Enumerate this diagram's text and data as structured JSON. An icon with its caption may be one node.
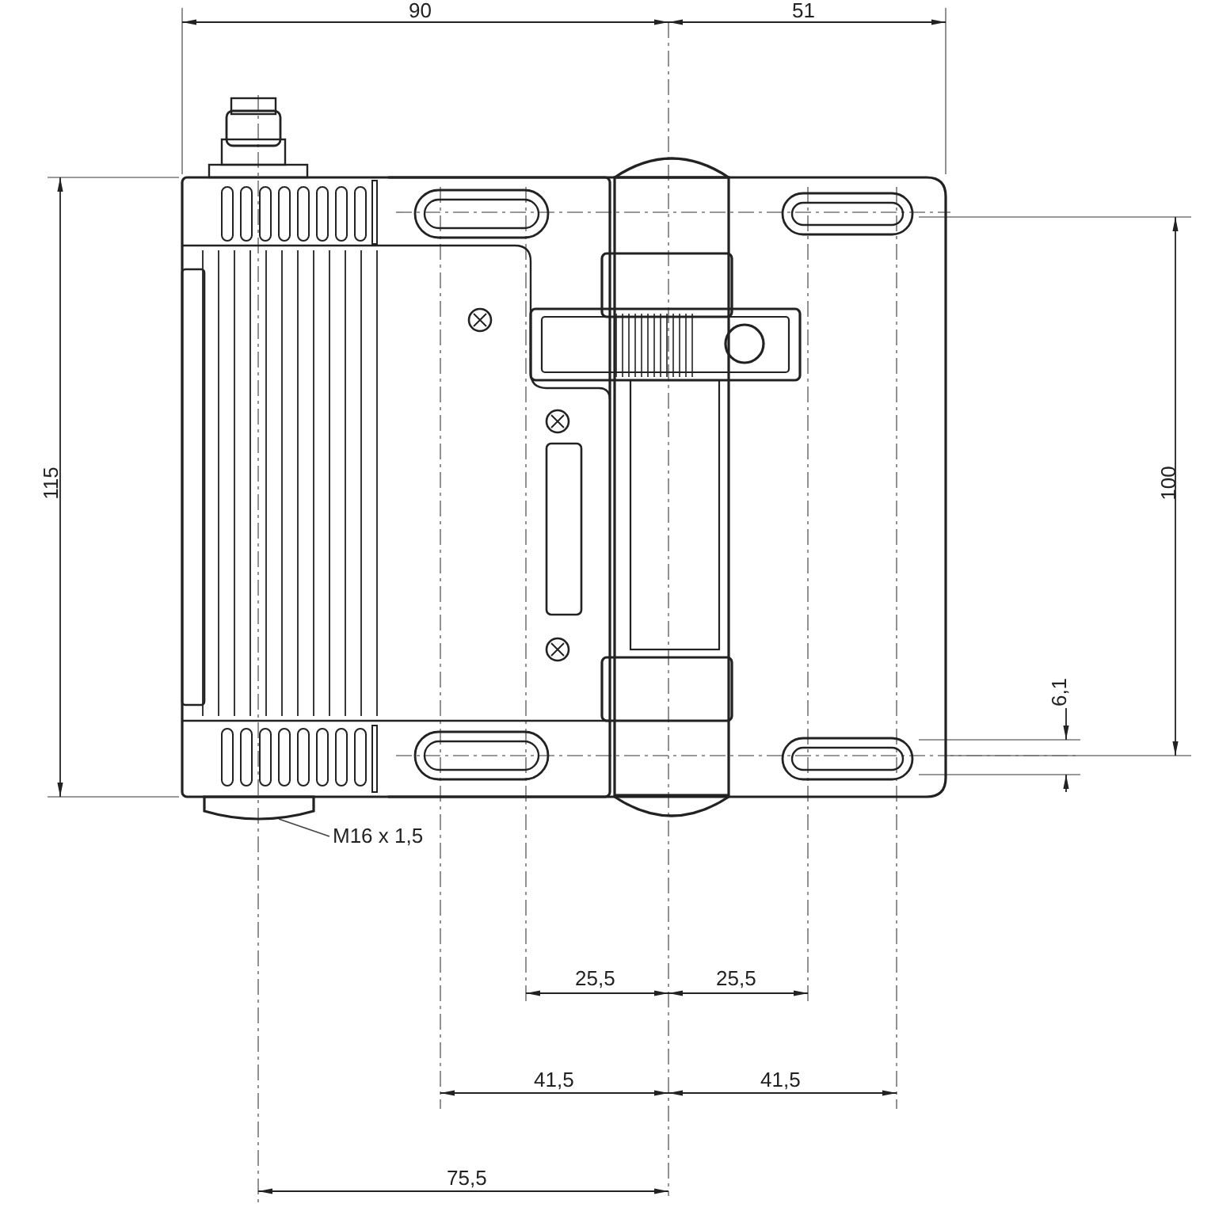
{
  "diagram": {
    "nodes": [
      {
        "text": [
          "M16 x 1,5"
        ]
      },
      {
        "text": [],
        "shape": "cylinder"
      }
    ],
    "edges": [
      {
        "from": 0,
        "to": 1,
        "arrow": "none"
      }
    ],
    "labels": [
      "90",
      "51",
      "115",
      "100",
      "6,1",
      "25,5",
      "25,5",
      "41,5",
      "41,5",
      "75,5"
    ]
  }
}
